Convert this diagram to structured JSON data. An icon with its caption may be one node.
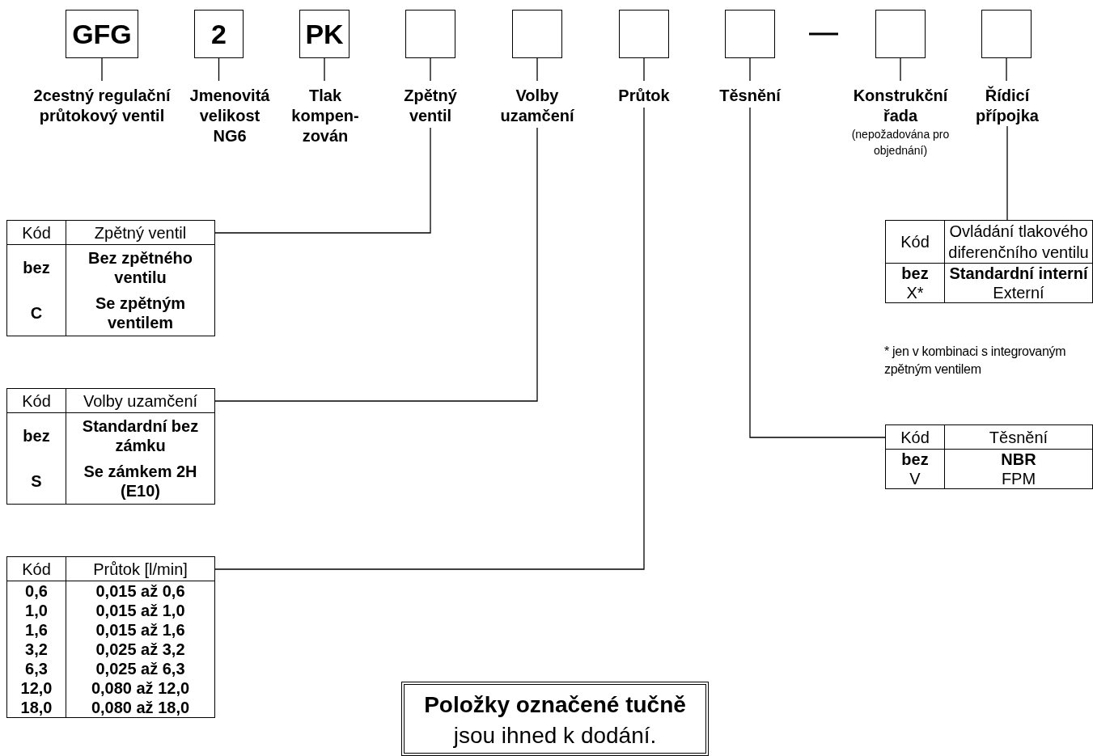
{
  "diagram": {
    "nodes": [
      {
        "text": [
          "GFG"
        ]
      },
      {
        "text": [
          "2"
        ]
      },
      {
        "text": [
          "PK"
        ]
      },
      {
        "text": [],
        "shape": "box"
      },
      {
        "text": [],
        "shape": "box"
      },
      {
        "text": [],
        "shape": "box"
      },
      {
        "text": [],
        "shape": "box"
      },
      {
        "text": [],
        "shape": "box"
      },
      {
        "text": [],
        "shape": "box"
      },
      {
        "text": [
          "2cestný regulační průtokový ventil"
        ]
      },
      {
        "text": [
          "Jmenovitá velikost NG6"
        ]
      },
      {
        "text": [
          "Tlak kompen-zován"
        ]
      },
      {
        "text": [
          "Zpětný ventil"
        ]
      },
      {
        "text": [
          "Volby uzamčení"
        ]
      },
      {
        "text": [
          "Průtok"
        ]
      },
      {
        "text": [
          "Těsnění"
        ]
      },
      {
        "text": [
          "Konstrukční řada",
          "(nepožadována pro objednání)"
        ]
      },
      {
        "text": [
          "Řídicí přípojka"
        ]
      },
      {
        "text": [
          "Kód",
          "Zpětný ventil",
          "bez",
          "Bez zpětného ventilu",
          "C",
          "Se zpětným ventilem"
        ]
      },
      {
        "text": [
          "Kód",
          "Volby uzamčení",
          "bez",
          "Standardní bez zámku",
          "S",
          "Se zámkem 2H (E10)"
        ]
      },
      {
        "text": [
          "Kód",
          "Průtok [l/min]",
          "0,6",
          "0,015 až 0,6",
          "1,0",
          "0,015 až 1,0",
          "1,6",
          "0,015 až 1,6",
          "3,2",
          "0,025 až 3,2",
          "6,3",
          "0,025 až 6,3",
          "12,0",
          "0,080 až 12,0",
          "18,0",
          "0,080 až 18,0"
        ]
      },
      {
        "text": [
          "Kód",
          "Ovládání tlakového diferenčního ventilu",
          "bez",
          "Standardní interní",
          "X*",
          "Externí"
        ]
      },
      {
        "text": [
          "Kód",
          "Těsnění",
          "bez",
          "NBR",
          "V",
          "FPM"
        ]
      },
      {
        "text": [
          "Položky označené tučně",
          "jsou ihned k dodání."
        ]
      }
    ],
    "edges": [
      {
        "from": 0,
        "to": 9,
        "arrow": "none"
      },
      {
        "from": 1,
        "to": 10,
        "arrow": "none"
      },
      {
        "from": 2,
        "to": 11,
        "arrow": "none"
      },
      {
        "from": 3,
        "to": 12,
        "arrow": "none"
      },
      {
        "from": 4,
        "to": 13,
        "arrow": "none"
      },
      {
        "from": 5,
        "to": 14,
        "arrow": "none"
      },
      {
        "from": 6,
        "to": 15,
        "arrow": "none"
      },
      {
        "from": 7,
        "to": 16,
        "arrow": "none"
      },
      {
        "from": 8,
        "to": 17,
        "arrow": "none"
      },
      {
        "from": 12,
        "to": 18,
        "arrow": "none"
      },
      {
        "from": 13,
        "to": 19,
        "arrow": "none"
      },
      {
        "from": 14,
        "to": 20,
        "arrow": "none"
      },
      {
        "from": 15,
        "to": 22,
        "arrow": "none"
      },
      {
        "from": 17,
        "to": 21,
        "arrow": "none"
      }
    ],
    "labels": [
      "* jen v kombinaci s integrovaným zpětným ventilem"
    ]
  }
}
